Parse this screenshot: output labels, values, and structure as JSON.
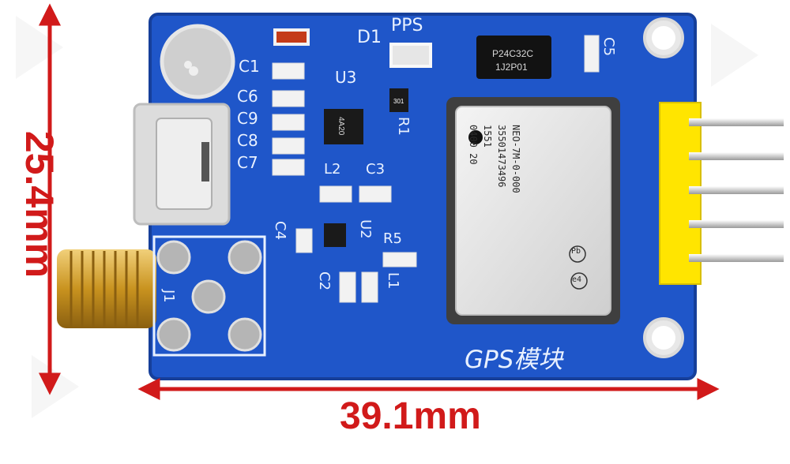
{
  "dimensions": {
    "height": "25.4mm",
    "width": "39.1mm"
  },
  "board": {
    "title": "GPS模块",
    "labels": {
      "pps": "PPS",
      "d1": "D1",
      "c1": "C1",
      "u3": "U3",
      "c5": "C5",
      "c6": "C6",
      "c9": "C9",
      "c8": "C8",
      "c7": "C7",
      "r1": "R1",
      "l2": "L2",
      "c3": "C3",
      "c4": "C4",
      "u2": "U2",
      "r5": "R5",
      "c2": "C2",
      "l1": "L1",
      "j1": "J1"
    },
    "eeprom_text": [
      "P24C32C",
      "1J2P01"
    ],
    "u3_text": "4A20",
    "r1_text": "301",
    "module_text": [
      "NEO-7M-0-000",
      "35501473496",
      "1551",
      "0400  20"
    ],
    "cert_marks": [
      "Pb",
      "e4"
    ]
  },
  "colors": {
    "pcb": "#1f56c9",
    "pcb_dark": "#163f9a",
    "header": "#ffe500",
    "dimension": "#d11a1a",
    "gold": "#d7a92b"
  }
}
